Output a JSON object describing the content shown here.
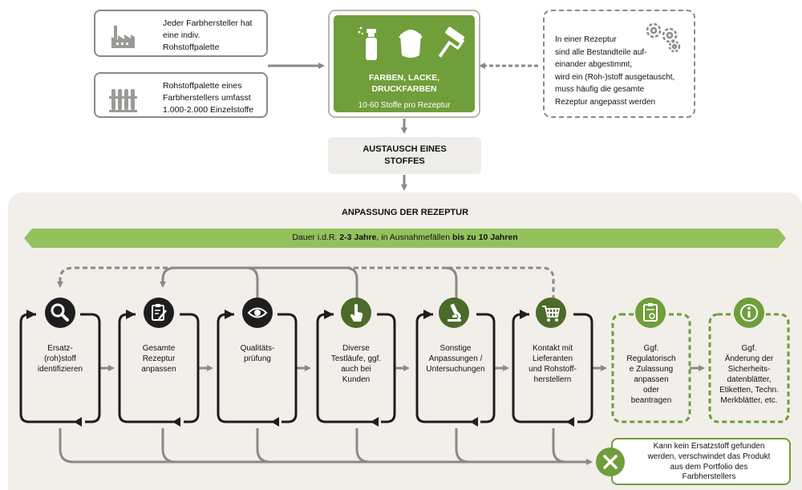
{
  "info_boxes": [
    {
      "text": "Jeder Farbhersteller hat\neine indiv.\nRohstoffpalette",
      "icon": "factory-icon"
    },
    {
      "text": "Rohstoffpalette eines\nFarbherstellers umfasst\n1.000-2.000 Einzelstoffe",
      "icon": "test-tubes-icon"
    }
  ],
  "center_box": {
    "title": "FARBEN, LACKE,\nDRUCKFARBEN",
    "subtitle": "10-60 Stoffe pro Rezeptur",
    "icons": [
      "spray-can-icon",
      "paint-bucket-icon",
      "paint-roller-icon"
    ]
  },
  "note_box": {
    "text": "In einer Rezeptur\nsind alle Bestandteile auf-\neinander abgestimmt,\nwird ein (Roh-)stoff ausgetauscht,\nmuss häufig die gesamte\nRezeptur angepasst werden",
    "icon": "gears-icon"
  },
  "exchange_box": {
    "text": "AUSTAUSCH EINES\nSTOFFES"
  },
  "panel": {
    "title": "ANPASSUNG DER REZEPTUR"
  },
  "duration": {
    "prefix": "Dauer i.d.R. ",
    "bold1": "2-3 Jahre",
    "middle": ", in Ausnahmefällen ",
    "bold2": "bis zu 10 Jahren"
  },
  "steps": [
    {
      "label": "Ersatz-\n(roh)stoff\nidentifizieren",
      "icon": "magnifier-icon"
    },
    {
      "label": "Gesamte\nRezeptur\nanpassen",
      "icon": "clipboard-edit-icon"
    },
    {
      "label": "Qualitäts-\nprüfung",
      "icon": "eye-icon"
    },
    {
      "label": "Diverse\nTestläufe, ggf.\nauch bei\nKunden",
      "icon": "hand-pointer-icon"
    },
    {
      "label": "Sonstige\nAnpassungen /\nUntersuchungen",
      "icon": "microscope-icon"
    },
    {
      "label": "Kontakt mit\nLieferanten\nund Rohstoff-\nherstellern",
      "icon": "shopping-cart-icon"
    },
    {
      "label": "Ggf.\nRegulatorisch\ne Zulassung\nanpassen\noder\nbeantragen",
      "icon": "certificate-icon"
    },
    {
      "label": "Ggf.\nÄnderung der\nSicherheits-\ndatenblätter,\nEtiketten, Techn.\nMerkblätter, etc.",
      "icon": "info-icon"
    }
  ],
  "fail_box": {
    "text": "Kann kein Ersatzstoff gefunden\nwerden, verschwindet das Produkt\naus dem Portfolio des\nFarbherstellers",
    "icon": "x-icon"
  },
  "colors": {
    "green": "#6f9e3a",
    "light_green": "#93c25d",
    "dark": "#1e1e1e",
    "gray": "#8c8a86",
    "panel": "#f2efea"
  }
}
